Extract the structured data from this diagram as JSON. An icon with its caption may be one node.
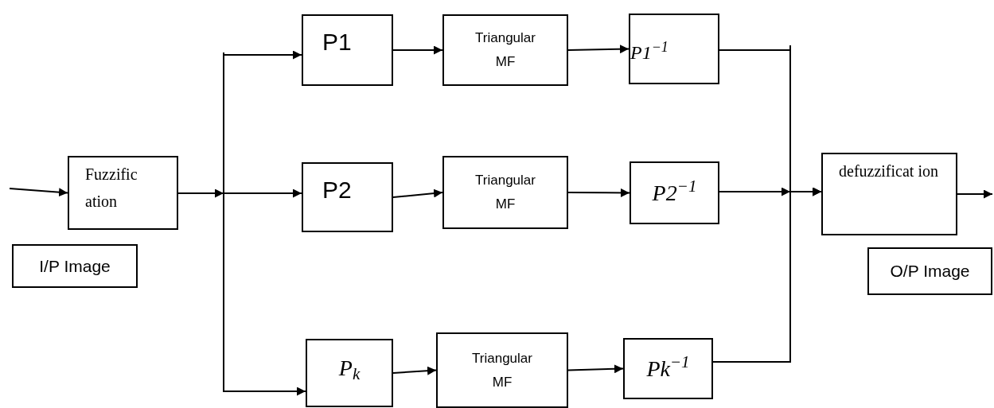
{
  "diagram": {
    "nodes": [
      {
        "text": [
          "Fuzzific ation"
        ]
      },
      {
        "text": [
          "I/P Image"
        ]
      },
      {
        "text": [
          "P1"
        ]
      },
      {
        "text": [
          "Triangular MF"
        ]
      },
      {
        "text": [
          "P1$^{−1}$"
        ]
      },
      {
        "text": [
          "P2"
        ]
      },
      {
        "text": [
          "Triangular MF"
        ]
      },
      {
        "text": [
          "P2$^{−1}$"
        ]
      },
      {
        "text": [
          "P$_{k}$"
        ]
      },
      {
        "text": [
          "Triangular MF"
        ]
      },
      {
        "text": [
          "Pk$^{−1}$"
        ]
      },
      {
        "text": [
          "defuzzificat ion"
        ]
      },
      {
        "text": [
          "O/P Image"
        ]
      }
    ],
    "edges": [
      {
        "from": null,
        "to": 0,
        "arrow": "to"
      },
      {
        "from": 0,
        "to": 2,
        "arrow": "to"
      },
      {
        "from": 0,
        "to": 5,
        "arrow": "to"
      },
      {
        "from": 0,
        "to": 8,
        "arrow": "to"
      },
      {
        "from": 2,
        "to": 3,
        "arrow": "to"
      },
      {
        "from": 3,
        "to": 4,
        "arrow": "to"
      },
      {
        "from": 5,
        "to": 6,
        "arrow": "to"
      },
      {
        "from": 6,
        "to": 7,
        "arrow": "to"
      },
      {
        "from": 8,
        "to": 9,
        "arrow": "to"
      },
      {
        "from": 9,
        "to": 10,
        "arrow": "to"
      },
      {
        "from": 4,
        "to": 11,
        "arrow": "to"
      },
      {
        "from": 7,
        "to": 11,
        "arrow": "to"
      },
      {
        "from": 10,
        "to": 11,
        "arrow": "to"
      },
      {
        "from": 11,
        "to": null,
        "arrow": "to"
      }
    ]
  }
}
